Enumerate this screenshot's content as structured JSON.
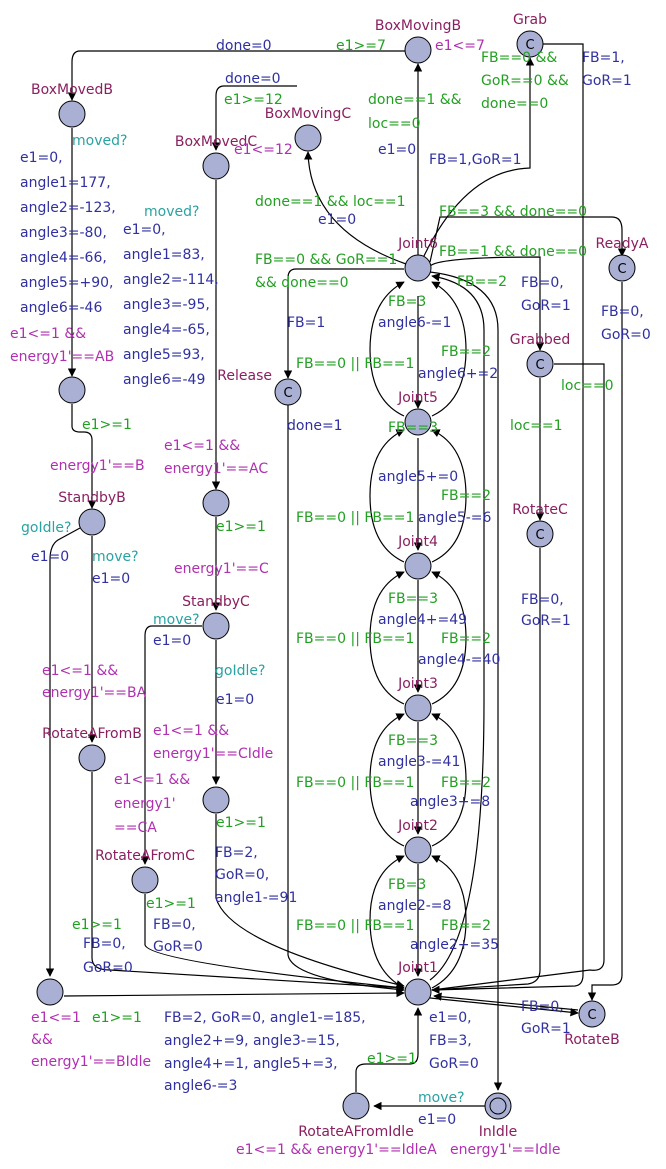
{
  "colors": {
    "location_fill": "#a9b0d4",
    "name": "#8a2060",
    "guard": "#22a022",
    "sync": "#2aa2a2",
    "update": "#3030a0",
    "invariant": "#b030b0",
    "edge": "#000000"
  },
  "committed_letter": "C",
  "locations": [
    {
      "id": "BoxMovingB",
      "name": "BoxMovingB",
      "committed": false
    },
    {
      "id": "Grab",
      "name": "Grab",
      "committed": true
    },
    {
      "id": "BoxMovedB",
      "name": "BoxMovedB",
      "committed": false
    },
    {
      "id": "BoxMovingC",
      "name": "BoxMovingC",
      "committed": false
    },
    {
      "id": "BoxMovedC",
      "name": "BoxMovedC",
      "committed": false
    },
    {
      "id": "Joint6",
      "name": "Joint6",
      "committed": false
    },
    {
      "id": "ReadyA",
      "name": "ReadyA",
      "committed": true
    },
    {
      "id": "Release",
      "name": "Release",
      "committed": true
    },
    {
      "id": "Joint5",
      "name": "Joint5",
      "committed": false
    },
    {
      "id": "Grabbed",
      "name": "Grabbed",
      "committed": true
    },
    {
      "id": "BAfterB",
      "name": "",
      "committed": false
    },
    {
      "id": "StandbyB",
      "name": "StandbyB",
      "committed": false
    },
    {
      "id": "CAfterC",
      "name": "",
      "committed": false
    },
    {
      "id": "Joint4",
      "name": "Joint4",
      "committed": false
    },
    {
      "id": "RotateC",
      "name": "RotateC",
      "committed": true
    },
    {
      "id": "StandbyC",
      "name": "StandbyC",
      "committed": false
    },
    {
      "id": "Joint3",
      "name": "Joint3",
      "committed": false
    },
    {
      "id": "RotateAFromB",
      "name": "RotateAFromB",
      "committed": false
    },
    {
      "id": "CAfterIdle",
      "name": "",
      "committed": false
    },
    {
      "id": "Joint2",
      "name": "Joint2",
      "committed": false
    },
    {
      "id": "RotateAFromC",
      "name": "RotateAFromC",
      "committed": false
    },
    {
      "id": "BIdle",
      "name": "",
      "committed": false
    },
    {
      "id": "Joint1",
      "name": "Joint1",
      "committed": false
    },
    {
      "id": "RotateB",
      "name": "RotateB",
      "committed": true
    },
    {
      "id": "RotateAFromIdle",
      "name": "RotateAFromIdle",
      "committed": false
    },
    {
      "id": "InIdle",
      "name": "InIdle",
      "committed": false,
      "initial": true
    }
  ],
  "labels": [
    {
      "kind": "invariant",
      "text": "e1<=7"
    },
    {
      "kind": "guard",
      "text": "e1>=7"
    },
    {
      "kind": "update",
      "text": "done=0"
    },
    {
      "kind": "guard",
      "text": "done==1 &&"
    },
    {
      "kind": "guard",
      "text": "loc==0"
    },
    {
      "kind": "update",
      "text": "e1=0"
    },
    {
      "kind": "guard",
      "text": "FB==0 &&"
    },
    {
      "kind": "guard",
      "text": "GoR==0 &&"
    },
    {
      "kind": "guard",
      "text": "done==0"
    },
    {
      "kind": "update",
      "text": "FB=1,"
    },
    {
      "kind": "update",
      "text": "GoR=1"
    },
    {
      "kind": "update",
      "text": "FB=1,GoR=1"
    },
    {
      "kind": "update",
      "text": "done=0"
    },
    {
      "kind": "guard",
      "text": "e1>=12"
    },
    {
      "kind": "invariant",
      "text": "e1<=12"
    },
    {
      "kind": "sync",
      "text": "moved?"
    },
    {
      "kind": "update",
      "text": "e1=0,"
    },
    {
      "kind": "update",
      "text": "angle1=177,"
    },
    {
      "kind": "update",
      "text": "angle2=-123,"
    },
    {
      "kind": "update",
      "text": "angle3=-80,"
    },
    {
      "kind": "update",
      "text": "angle4=-66,"
    },
    {
      "kind": "update",
      "text": "angle5=+90,"
    },
    {
      "kind": "update",
      "text": "angle6=-46"
    },
    {
      "kind": "sync",
      "text": "moved?"
    },
    {
      "kind": "update",
      "text": "e1=0,"
    },
    {
      "kind": "update",
      "text": "angle1=83,"
    },
    {
      "kind": "update",
      "text": "angle2=-114,"
    },
    {
      "kind": "update",
      "text": "angle3=-95,"
    },
    {
      "kind": "update",
      "text": "angle4=-65,"
    },
    {
      "kind": "update",
      "text": "angle5=93,"
    },
    {
      "kind": "update",
      "text": "angle6=-49"
    },
    {
      "kind": "guard",
      "text": "done==1 && loc==1"
    },
    {
      "kind": "update",
      "text": "e1=0"
    },
    {
      "kind": "guard",
      "text": "FB==3 && done==0"
    },
    {
      "kind": "guard",
      "text": "FB==1 && done==0"
    },
    {
      "kind": "guard",
      "text": "FB==0 && GoR==1"
    },
    {
      "kind": "guard",
      "text": "&& done==0"
    },
    {
      "kind": "guard",
      "text": "FB==2"
    },
    {
      "kind": "update",
      "text": "FB=0,"
    },
    {
      "kind": "update",
      "text": "GoR=1"
    },
    {
      "kind": "update",
      "text": "FB=0,"
    },
    {
      "kind": "update",
      "text": "GoR=0"
    },
    {
      "kind": "update",
      "text": "FB=1"
    },
    {
      "kind": "guard",
      "text": "FB=3"
    },
    {
      "kind": "update",
      "text": "angle6-=1"
    },
    {
      "kind": "guard",
      "text": "FB==2"
    },
    {
      "kind": "update",
      "text": "angle6+=2"
    },
    {
      "kind": "guard",
      "text": "FB==0 || FB==1"
    },
    {
      "kind": "guard",
      "text": "loc==0"
    },
    {
      "kind": "update",
      "text": "done=1"
    },
    {
      "kind": "guard",
      "text": "loc==1"
    },
    {
      "kind": "invariant",
      "text": "e1<=1 &&"
    },
    {
      "kind": "invariant",
      "text": "energy1'==AB"
    },
    {
      "kind": "guard",
      "text": "e1>=1"
    },
    {
      "kind": "invariant",
      "text": "energy1'==B"
    },
    {
      "kind": "invariant",
      "text": "e1<=1 &&"
    },
    {
      "kind": "invariant",
      "text": "energy1'==AC"
    },
    {
      "kind": "guard",
      "text": "FB==3"
    },
    {
      "kind": "update",
      "text": "angle5+=0"
    },
    {
      "kind": "guard",
      "text": "FB==2"
    },
    {
      "kind": "update",
      "text": "angle5-=6"
    },
    {
      "kind": "guard",
      "text": "FB==0 || FB==1"
    },
    {
      "kind": "sync",
      "text": "goIdle?"
    },
    {
      "kind": "update",
      "text": "e1=0"
    },
    {
      "kind": "sync",
      "text": "move?"
    },
    {
      "kind": "update",
      "text": "e1=0"
    },
    {
      "kind": "guard",
      "text": "e1>=1"
    },
    {
      "kind": "invariant",
      "text": "energy1'==C"
    },
    {
      "kind": "guard",
      "text": "FB==3"
    },
    {
      "kind": "update",
      "text": "angle4+=49"
    },
    {
      "kind": "guard",
      "text": "FB==2"
    },
    {
      "kind": "update",
      "text": "angle4-=40"
    },
    {
      "kind": "guard",
      "text": "FB==0 || FB==1"
    },
    {
      "kind": "update",
      "text": "FB=0,"
    },
    {
      "kind": "update",
      "text": "GoR=1"
    },
    {
      "kind": "sync",
      "text": "move?"
    },
    {
      "kind": "update",
      "text": "e1=0"
    },
    {
      "kind": "sync",
      "text": "goIdle?"
    },
    {
      "kind": "update",
      "text": "e1=0"
    },
    {
      "kind": "invariant",
      "text": "e1<=1 &&"
    },
    {
      "kind": "invariant",
      "text": "energy1'==BA"
    },
    {
      "kind": "invariant",
      "text": "e1<=1 &&"
    },
    {
      "kind": "invariant",
      "text": "energy1'==CIdle"
    },
    {
      "kind": "guard",
      "text": "FB==3"
    },
    {
      "kind": "update",
      "text": "angle3-=41"
    },
    {
      "kind": "guard",
      "text": "FB==2"
    },
    {
      "kind": "update",
      "text": "angle3+=8"
    },
    {
      "kind": "guard",
      "text": "FB==0 || FB==1"
    },
    {
      "kind": "invariant",
      "text": "e1<=1 &&"
    },
    {
      "kind": "invariant",
      "text": "energy1'"
    },
    {
      "kind": "invariant",
      "text": "==CA"
    },
    {
      "kind": "guard",
      "text": "e1>=1"
    },
    {
      "kind": "update",
      "text": "FB=2,"
    },
    {
      "kind": "update",
      "text": "GoR=0,"
    },
    {
      "kind": "update",
      "text": "angle1-=91"
    },
    {
      "kind": "guard",
      "text": "e1>=1"
    },
    {
      "kind": "update",
      "text": "FB=0,"
    },
    {
      "kind": "update",
      "text": "GoR=0"
    },
    {
      "kind": "guard",
      "text": "FB=3"
    },
    {
      "kind": "update",
      "text": "angle2-=8"
    },
    {
      "kind": "guard",
      "text": "FB==2"
    },
    {
      "kind": "update",
      "text": "angle2+=35"
    },
    {
      "kind": "guard",
      "text": "FB==0 || FB==1"
    },
    {
      "kind": "guard",
      "text": "e1>=1"
    },
    {
      "kind": "update",
      "text": "FB=0,"
    },
    {
      "kind": "update",
      "text": "GoR=0"
    },
    {
      "kind": "invariant",
      "text": "e1<=1"
    },
    {
      "kind": "invariant",
      "text": "&&"
    },
    {
      "kind": "invariant",
      "text": "energy1'==BIdle"
    },
    {
      "kind": "guard",
      "text": "e1>=1"
    },
    {
      "kind": "update",
      "text": "FB=2, GoR=0, angle1-=185,"
    },
    {
      "kind": "update",
      "text": "angle2+=9, angle3-=15,"
    },
    {
      "kind": "update",
      "text": "angle4+=1, angle5+=3,"
    },
    {
      "kind": "update",
      "text": "angle6-=3"
    },
    {
      "kind": "update",
      "text": "e1=0,"
    },
    {
      "kind": "update",
      "text": "FB=3,"
    },
    {
      "kind": "update",
      "text": "GoR=0"
    },
    {
      "kind": "update",
      "text": "FB=0,"
    },
    {
      "kind": "update",
      "text": "GoR=1"
    },
    {
      "kind": "guard",
      "text": "e1>=1"
    },
    {
      "kind": "sync",
      "text": "move?"
    },
    {
      "kind": "update",
      "text": "e1=0"
    },
    {
      "kind": "invariant",
      "text": "e1<=1 && energy1'==IdleA"
    },
    {
      "kind": "invariant",
      "text": "energy1'==Idle"
    }
  ]
}
